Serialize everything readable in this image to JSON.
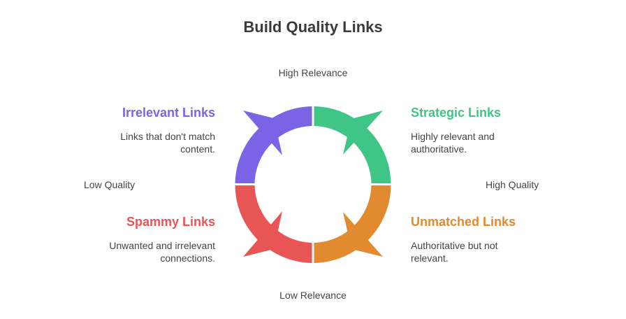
{
  "title": "Build Quality Links",
  "axes": {
    "top": "High Relevance",
    "bottom": "Low Relevance",
    "left": "Low Quality",
    "right": "High Quality"
  },
  "quadrants": {
    "irrelevant": {
      "title": "Irrelevant Links",
      "desc_line1": "Links that don't match",
      "desc_line2": "content.",
      "color": "#7b63e6"
    },
    "strategic": {
      "title": "Strategic Links",
      "desc_line1": "Highly relevant and",
      "desc_line2": "authoritative.",
      "color": "#3fc585"
    },
    "spammy": {
      "title": "Spammy Links",
      "desc_line1": "Unwanted and irrelevant",
      "desc_line2": "connections.",
      "color": "#e85555"
    },
    "unmatched": {
      "title": "Unmatched Links",
      "desc_line1": "Authoritative but not",
      "desc_line2": "relevant.",
      "color": "#e28a30"
    }
  }
}
